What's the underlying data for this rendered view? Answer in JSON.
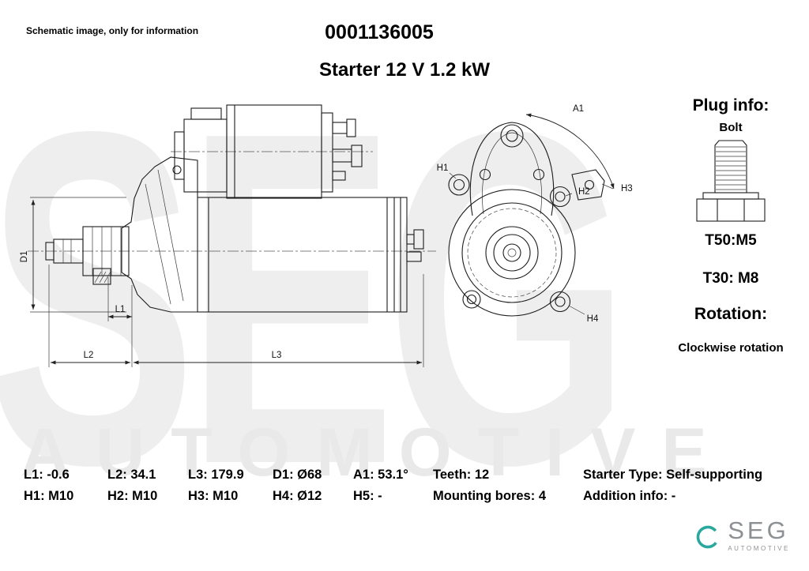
{
  "header": {
    "disclaimer": "Schematic image, only for information",
    "part_number": "0001136005",
    "title": "Starter 12 V 1.2 kW"
  },
  "watermark": {
    "line1": "SEG",
    "line2": "AUTOMOTIVE"
  },
  "drawing": {
    "dimension_labels": {
      "d1": "D1",
      "l1": "L1",
      "l2": "L2",
      "l3": "L3",
      "a1": "A1",
      "h1": "H1",
      "h2": "H2",
      "h3": "H3",
      "h4": "H4"
    }
  },
  "plug_info": {
    "heading": "Plug info:",
    "type": "Bolt",
    "t50": "T50:M5",
    "t30": "T30: M8",
    "rotation_heading": "Rotation:",
    "rotation_value": "Clockwise rotation"
  },
  "specs": {
    "row1": [
      "L1: -0.6",
      "L2: 34.1",
      "L3: 179.9",
      "D1: Ø68",
      "A1: 53.1°",
      "Teeth: 12",
      "Starter Type:  Self-supporting"
    ],
    "row2": [
      "H1: M10",
      "H2: M10",
      "H3: M10",
      "H4: Ø12",
      "H5: -",
      "Mounting bores: 4",
      "Addition info: -"
    ]
  },
  "logo": {
    "brand": "SEG",
    "sub": "AUTOMOTIVE"
  }
}
